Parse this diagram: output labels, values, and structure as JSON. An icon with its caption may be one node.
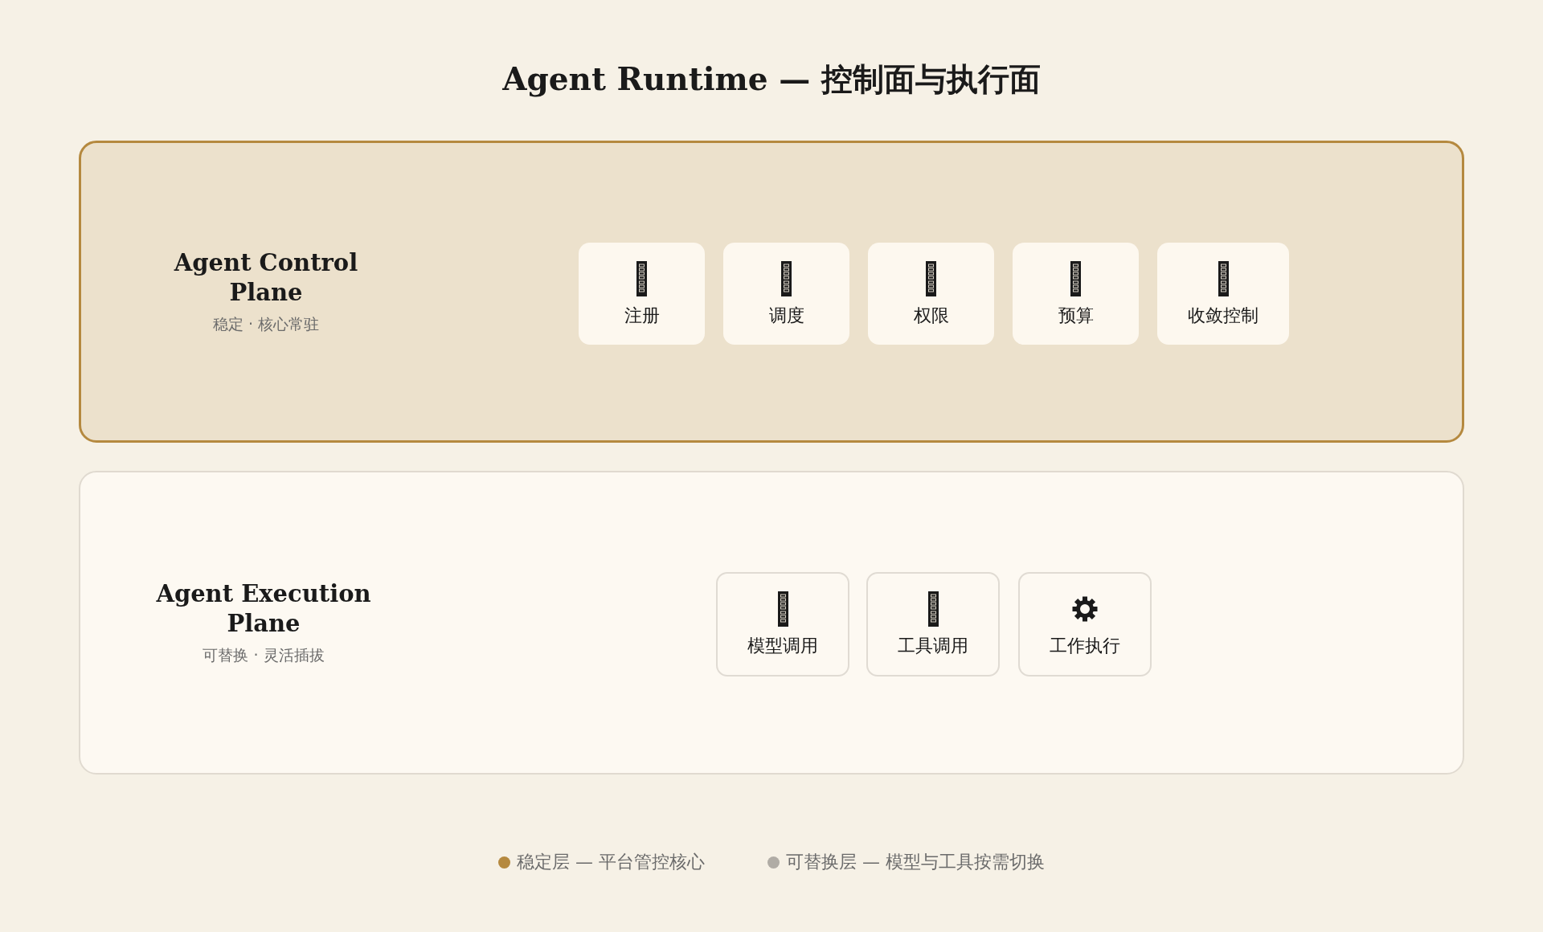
{
  "diagram": {
    "title": "Agent Runtime — 控制面与执行面",
    "nodes": [
      {
        "text": [
          "Agent Control Plane",
          "稳定 · 核心常驻"
        ]
      },
      {
        "text": [
          "注册"
        ],
        "in": 0
      },
      {
        "text": [
          "调度"
        ],
        "in": 0
      },
      {
        "text": [
          "权限"
        ],
        "in": 0
      },
      {
        "text": [
          "预算"
        ],
        "in": 0
      },
      {
        "text": [
          "收敛控制"
        ],
        "in": 0
      },
      {
        "text": [
          "Agent Execution Plane",
          "可替换 · 灵活插拔"
        ]
      },
      {
        "text": [
          "模型调用"
        ],
        "in": 6
      },
      {
        "text": [
          "工具调用"
        ],
        "in": 6
      },
      {
        "text": [
          "工作执行"
        ],
        "in": 6
      }
    ],
    "legend": [
      {
        "text": "稳定层 — 平台管控核心",
        "color": "#b5893f"
      },
      {
        "text": "可替换层 — 模型与工具按需切换",
        "color": "#b0aca5"
      }
    ]
  }
}
